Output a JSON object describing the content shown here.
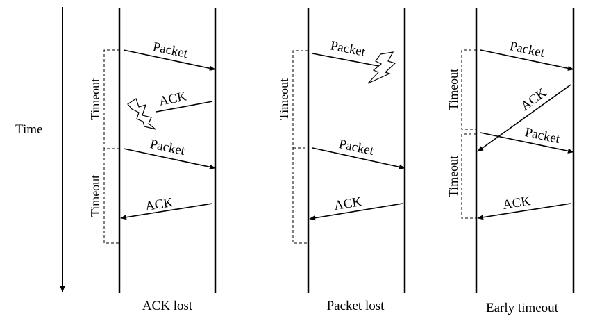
{
  "time_label": "Time",
  "panels": [
    {
      "caption": "ACK lost",
      "timeouts": [
        "Timeout",
        "Timeout"
      ],
      "messages": [
        "Packet",
        "ACK",
        "Packet",
        "ACK"
      ]
    },
    {
      "caption": "Packet lost",
      "timeouts": [
        "Timeout"
      ],
      "messages": [
        "Packet",
        "Packet",
        "ACK"
      ]
    },
    {
      "caption": "Early timeout",
      "timeouts": [
        "Timeout",
        "Timeout"
      ],
      "messages": [
        "Packet",
        "ACK",
        "Packet",
        "ACK"
      ]
    }
  ]
}
